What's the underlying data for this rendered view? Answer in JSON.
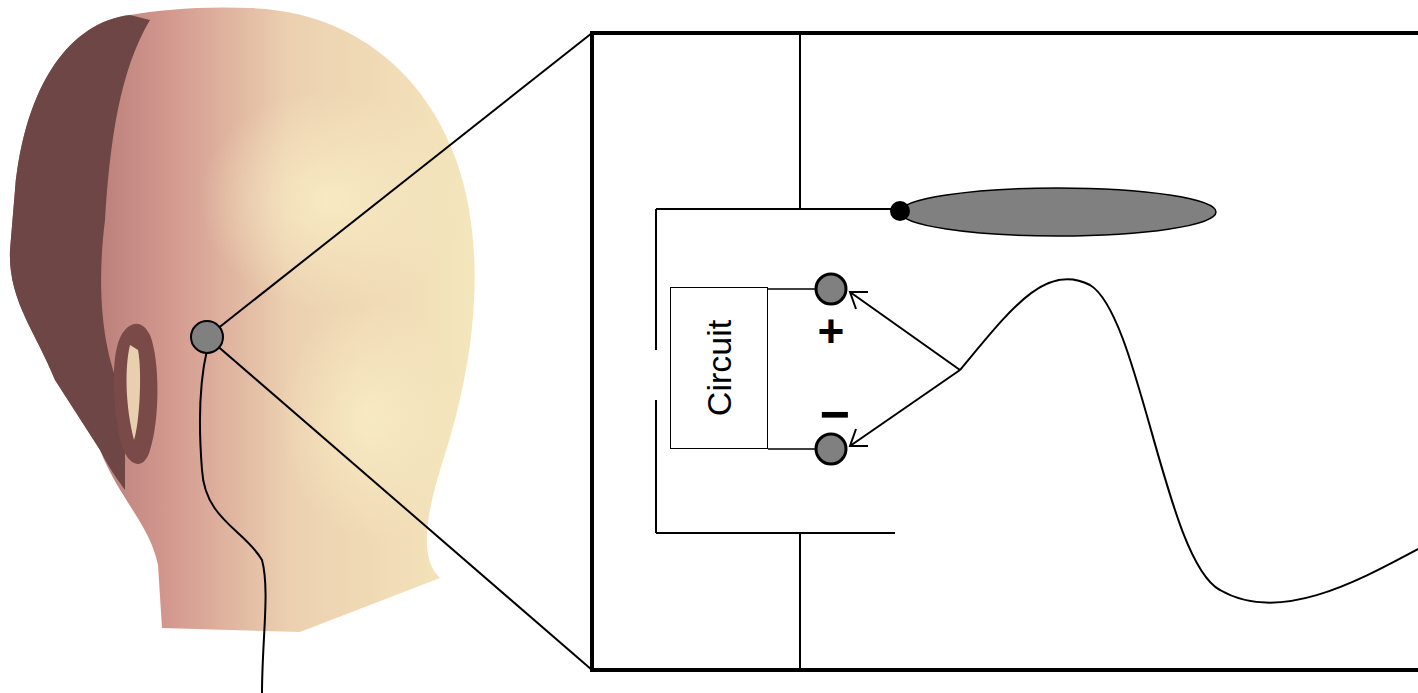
{
  "diagram": {
    "nodes": [
      {
        "text": [
          "Circuit"
        ]
      }
    ],
    "labels": [
      "+",
      "−"
    ]
  }
}
